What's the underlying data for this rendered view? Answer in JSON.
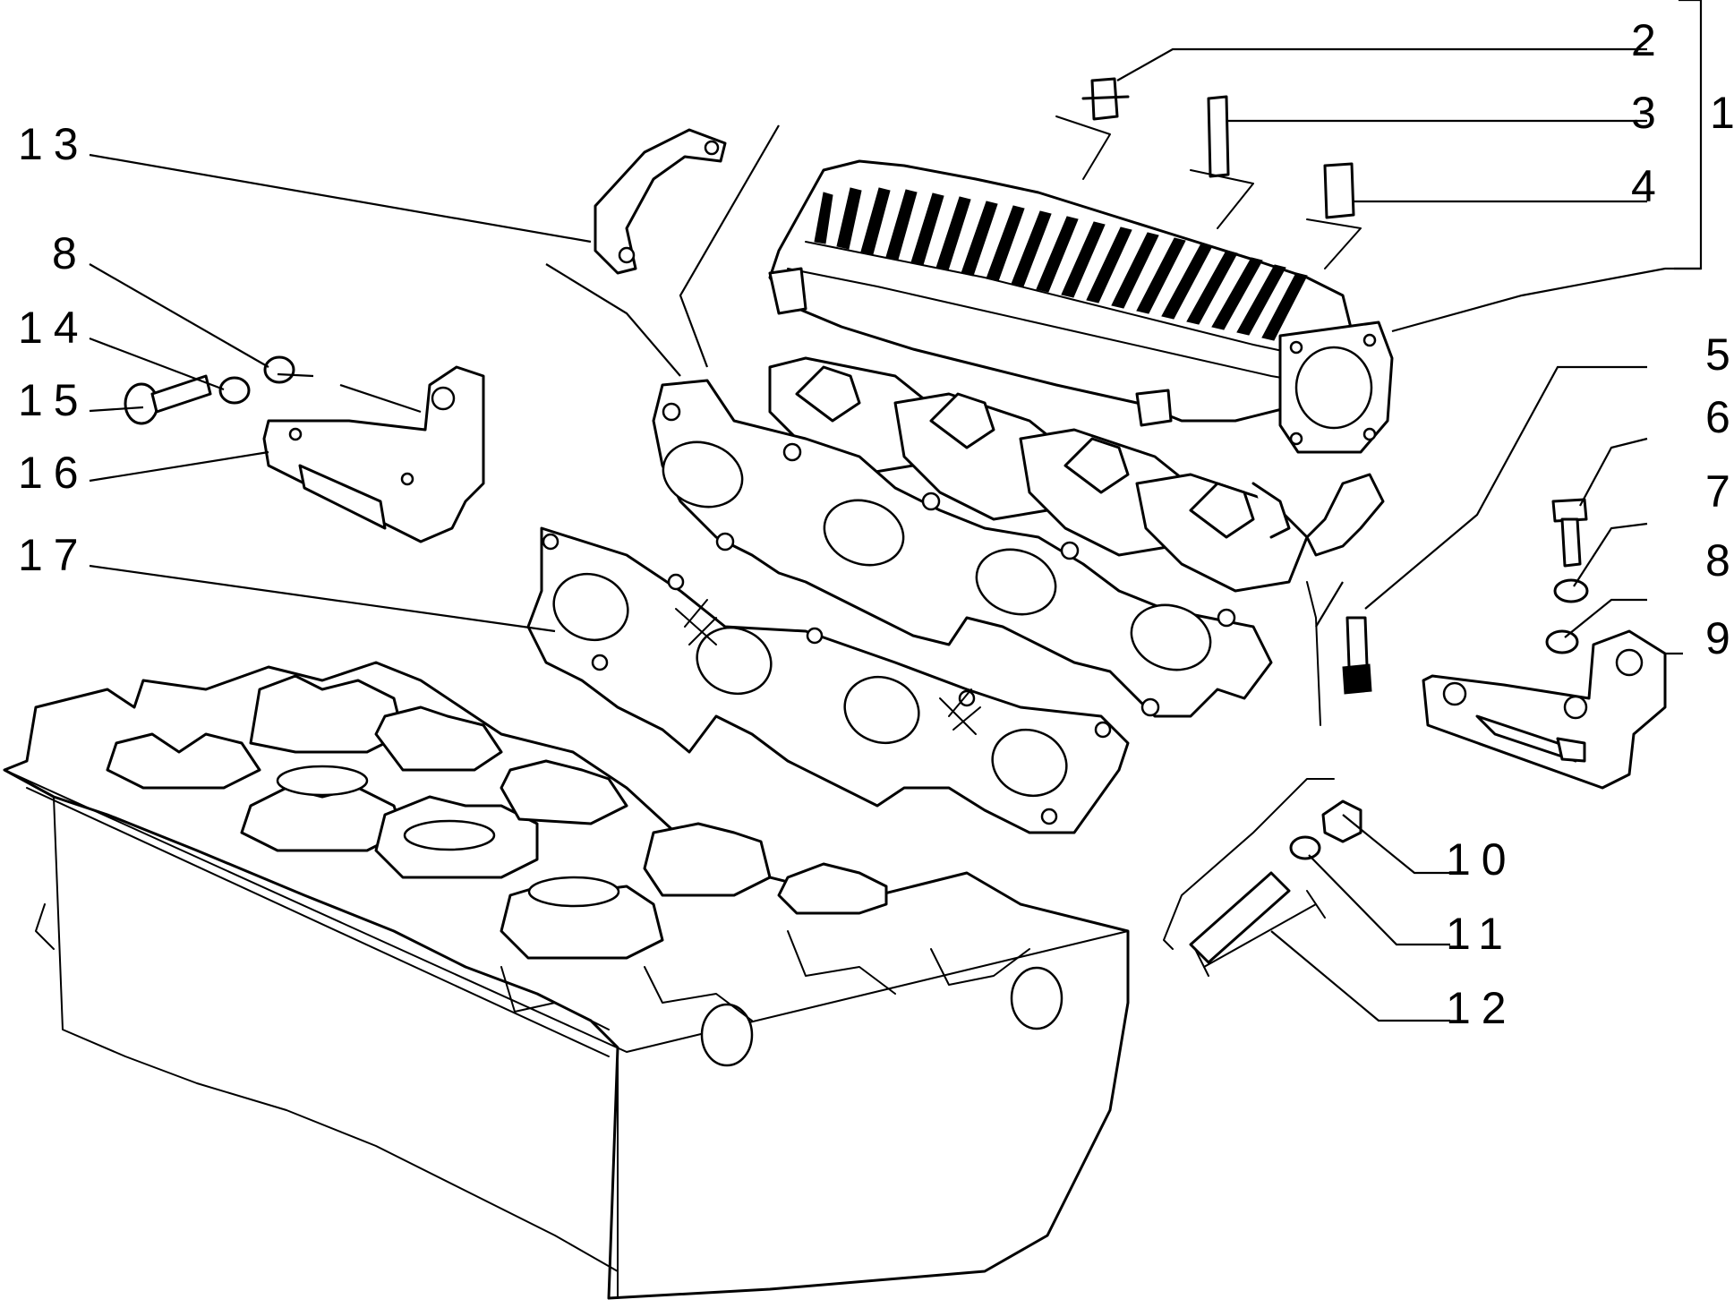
{
  "callouts": {
    "c1": "1",
    "c2": "2",
    "c3": "3",
    "c4": "4",
    "c5": "5",
    "c6": "6",
    "c7": "7",
    "c8a": "8",
    "c8b": "8",
    "c9": "9",
    "c10": "10",
    "c11": "11",
    "c12": "12",
    "c13": "13",
    "c14": "14",
    "c15": "15",
    "c16": "16",
    "c17": "17"
  },
  "colors": {
    "line": "#000000",
    "background": "#ffffff"
  }
}
